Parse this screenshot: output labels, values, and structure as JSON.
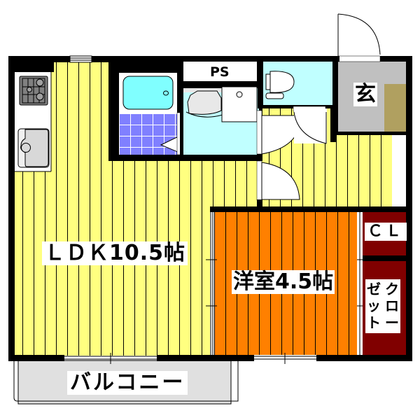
{
  "floor_plan": {
    "rooms": {
      "ldk": {
        "label": "ＬＤＫ10.5帖",
        "type": "living-dining-kitchen",
        "size_jo": 10.5,
        "color": "#FFFF80"
      },
      "western_room": {
        "label": "洋室4.5帖",
        "type": "western-style-room",
        "size_jo": 4.5,
        "color": "#FF8000"
      },
      "entrance": {
        "label": "玄",
        "type": "entrance",
        "color": "#C0C0C0"
      },
      "pipe_space": {
        "label": "PS",
        "type": "pipe-space",
        "color": "#FFFFFF"
      },
      "closet_small": {
        "label": "ＣＬ",
        "type": "closet",
        "color": "#800000"
      },
      "closet_large": {
        "label": "クローゼット",
        "col_right": [
          "ク",
          "ロ",
          "ー"
        ],
        "col_left": [
          "ゼ",
          "ッ",
          "ト"
        ],
        "type": "closet",
        "color": "#800000"
      },
      "balcony": {
        "label": "バルコニー",
        "type": "balcony",
        "color": "#E0E0E0"
      },
      "bathroom": {
        "type": "bath",
        "tub_color": "#80FFFF",
        "tile_color": "#8080FF"
      },
      "washroom": {
        "type": "washroom",
        "color": "#C0FFFF"
      },
      "toilet": {
        "type": "toilet",
        "color": "#C0FFFF"
      },
      "shoe_box": {
        "type": "shoe-cabinet",
        "color": "#B0A060"
      }
    },
    "fixtures": [
      "gas-stove",
      "kitchen-sink",
      "bathtub",
      "wash-basin",
      "washing-machine-pan",
      "toilet"
    ],
    "colors": {
      "wall": "#000000",
      "floor_lines": "#000000",
      "background": "#FFFFFF"
    }
  }
}
